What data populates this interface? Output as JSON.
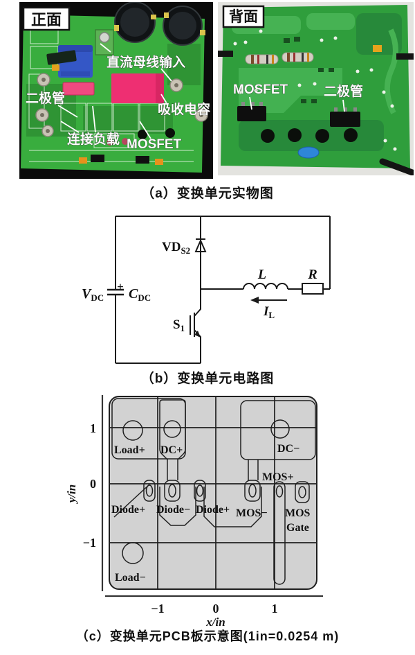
{
  "figure": {
    "panel_a": {
      "caption": "（a）变换单元实物图",
      "front_photo": {
        "corner_tag": "正面",
        "label_dc_bus_input": "直流母线输入",
        "label_diode": "二极管",
        "label_snubber_cap": "吸收电容",
        "label_connect_load": "连接负载",
        "label_mosfet": "MOSFET"
      },
      "back_photo": {
        "corner_tag": "背面",
        "label_mosfet": "MOSFET",
        "label_diode": "二极管"
      }
    },
    "panel_b": {
      "caption": "（b）变换单元电路图",
      "labels": {
        "source_v": "V",
        "source_v_sub": "DC",
        "cap_plus": "+",
        "cap_c": "C",
        "cap_c_sub": "DC",
        "diode_vd": "VD",
        "diode_vd_sub": "S2",
        "switch_s": "S",
        "switch_s_sub": "1",
        "inductor": "L",
        "resistor": "R",
        "current_i": "I",
        "current_i_sub": "L"
      }
    },
    "panel_c": {
      "caption": "（c）变换单元PCB板示意图(1in=0.0254 m)",
      "x_axis_label": "x/in",
      "y_axis_label": "y/in",
      "x_ticks": [
        "−1",
        "0",
        "1"
      ],
      "y_ticks": [
        "1",
        "0",
        "−1"
      ],
      "pads": {
        "load_plus": "Load+",
        "dc_plus": "DC+",
        "dc_minus": "DC−",
        "mos_plus": "MOS+",
        "diode_plus_left": "Diode+",
        "diode_minus": "Diode−",
        "diode_plus_mid": "Diode+",
        "mos_minus": "MOS−",
        "mos_gate_line1": "MOS",
        "mos_gate_line2": "Gate",
        "load_minus": "Load−"
      }
    },
    "colors": {
      "front_bg": "#0b0b0b",
      "front_board_green": "#39ad3e",
      "back_bg": "#e3e3df",
      "back_board_green": "#2f9e3c",
      "snubber_pink": "#ee2f72",
      "film_cap_blue": "#3457c6",
      "pcb_sketch_gray": "#d2d2d2"
    }
  }
}
